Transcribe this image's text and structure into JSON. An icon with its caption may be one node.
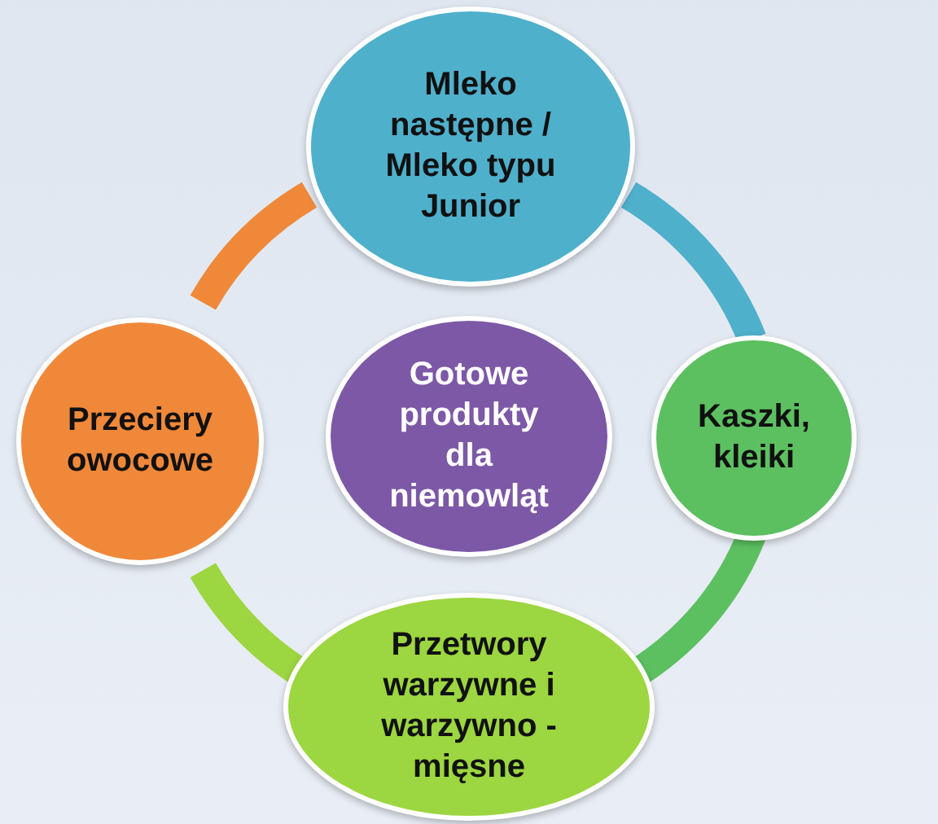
{
  "diagram": {
    "nodes": [
      {
        "text": [
          "Mleko następne / Mleko typu Junior"
        ]
      },
      {
        "text": [
          "Przeciery owocowe"
        ]
      },
      {
        "text": [
          "Gotowe produkty dla niemowląt"
        ]
      },
      {
        "text": [
          "Kaszki, kleiki"
        ]
      },
      {
        "text": [
          "Przetwory warzywne i warzywno - mięsne"
        ]
      }
    ],
    "edges": [
      {
        "from": 1,
        "to": 0,
        "arrow": "none",
        "color": "#f0883a"
      },
      {
        "from": 0,
        "to": 3,
        "arrow": "none",
        "color": "#4fb0cc"
      },
      {
        "from": 3,
        "to": 4,
        "arrow": "none",
        "color": "#5cc060"
      },
      {
        "from": 4,
        "to": 1,
        "arrow": "none",
        "color": "#9cd640"
      }
    ]
  }
}
